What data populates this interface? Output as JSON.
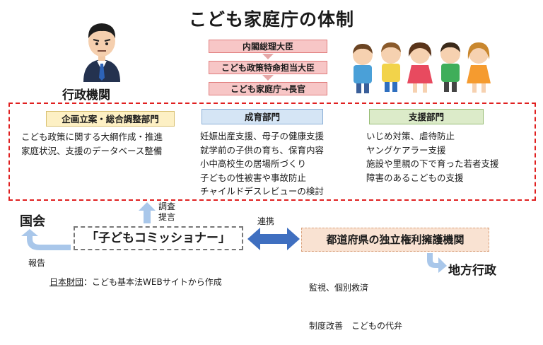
{
  "title": "こども家庭庁の体制",
  "exec_label": "行政機関",
  "chain": [
    "内閣総理大臣",
    "こども政策特命担当大臣",
    "こども家庭庁→長官"
  ],
  "departments": [
    {
      "name": "企画立案・総合調整部門",
      "lines": [
        "こども政策に関する大綱作成・推進",
        "家庭状況、支援のデータベース整備"
      ]
    },
    {
      "name": "成育部門",
      "lines": [
        "妊娠出産支援、母子の健康支援",
        "就学前の子供の育ち、保育内容",
        "小中高校生の居場所づくり",
        "子どもの性被害や事故防止",
        "チャイルドデスレビューの検討"
      ]
    },
    {
      "name": "支援部門",
      "lines": [
        "いじめ対策、虐待防止",
        "ヤングケアラー支援",
        "施設や里親の下で育った若者支援",
        "障害のあるこどもの支援"
      ]
    }
  ],
  "kokkai": "国会",
  "hokoku": "報告",
  "chosa": "調査",
  "teigen": "提言",
  "commissioner": "「子どもコミッショナー」",
  "renkei": "連携",
  "prefectural": "都道府県の独立権利擁護機関",
  "kanshi_line1": "監視、個別救済",
  "kanshi_line2": "制度改善　こどもの代弁",
  "chiho": "地方行政",
  "source_org": "日本財団",
  "source_rest": "：こども基本法WEBサイトから作成",
  "colors": {
    "chain_fill": "#f7c6c6",
    "frame_red": "#e02020",
    "arrow_blue": "#3f6fc0",
    "light_blue_arrow": "#a9c7ea",
    "dept_yellow": "#fdf0c4",
    "dept_blue": "#d5e5f5",
    "dept_green": "#dcebc9",
    "pref_fill": "#f9e2d2"
  }
}
